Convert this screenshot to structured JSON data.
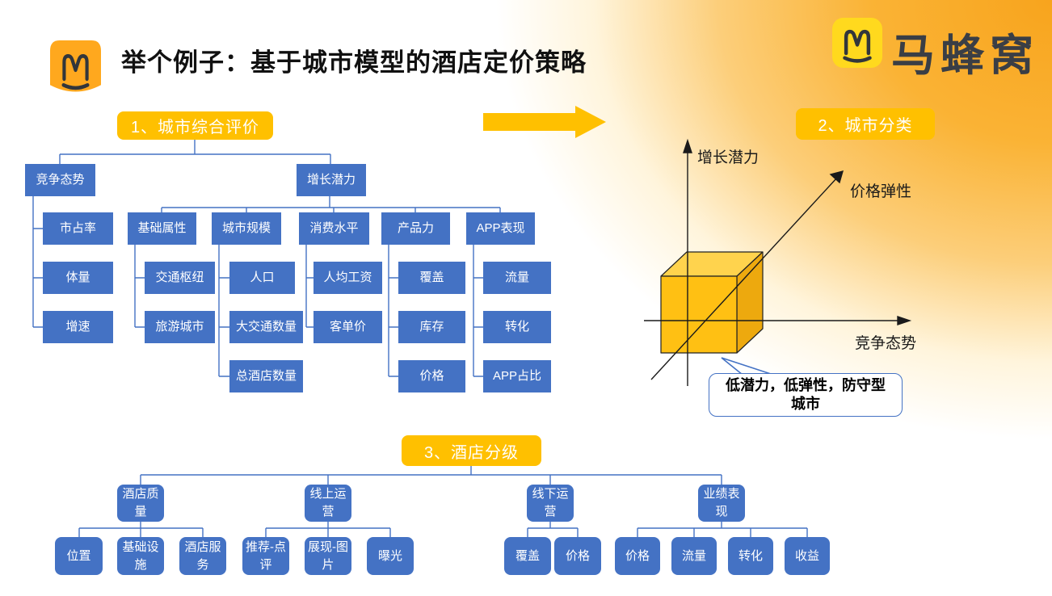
{
  "slide": {
    "title": "举个例子：基于城市模型的酒店定价策略",
    "brand": "马蜂窝",
    "colors": {
      "accent_gold": "#FFC000",
      "node_blue": "#4472C4",
      "logo_square_yellow": "#FFD91E",
      "logo_banner_orange": "#FFA81E",
      "corner_gradient_orange": "#F8A41D"
    }
  },
  "section1": {
    "title": "1、城市综合评价",
    "nodes": {
      "competition": "竞争态势",
      "growth": "增长潜力",
      "market_share": "市占率",
      "volume": "体量",
      "growth_rate": "增速",
      "basic_attr": "基础属性",
      "transport_hub": "交通枢纽",
      "tourism_city": "旅游城市",
      "city_scale": "城市规模",
      "population": "人口",
      "transport_count": "大交通数量",
      "hotel_count": "总酒店数量",
      "consumption": "消费水平",
      "avg_salary": "人均工资",
      "unit_price": "客单价",
      "product": "产品力",
      "coverage": "覆盖",
      "inventory": "库存",
      "price": "价格",
      "app": "APP表现",
      "traffic": "流量",
      "conversion": "转化",
      "app_share": "APP占比"
    }
  },
  "section2": {
    "title": "2、城市分类",
    "axis_y": "增长潜力",
    "axis_z": "价格弹性",
    "axis_x": "竞争态势",
    "callout_line1": "低潜力，低弹性，防守型",
    "callout_line2": "城市"
  },
  "section3": {
    "title": "3、酒店分级",
    "nodes": {
      "quality": "酒店质量",
      "location": "位置",
      "facility": "基础设施",
      "service": "酒店服务",
      "online": "线上运营",
      "review": "推荐-点评",
      "display": "展现-图片",
      "exposure": "曝光",
      "offline": "线下运营",
      "coverage": "覆盖",
      "price": "价格",
      "performance": "业绩表现",
      "perf_price": "价格",
      "perf_traffic": "流量",
      "perf_conversion": "转化",
      "perf_revenue": "收益"
    }
  }
}
